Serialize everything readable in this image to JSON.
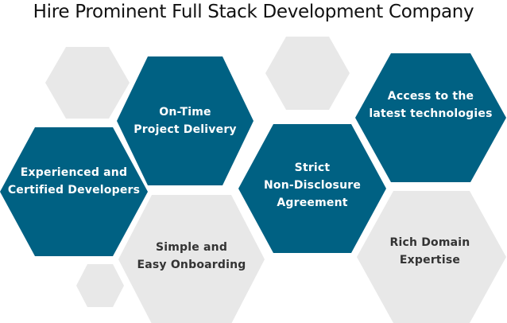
{
  "title": "Hire Prominent Full Stack Development Company",
  "colors": {
    "primary": "#006183",
    "neutral": "#e8e8e8",
    "dark_text": "#333333",
    "light_text": "#ffffff"
  },
  "hexagons": [
    {
      "id": "decor-top-left",
      "style": "neutral",
      "lines": []
    },
    {
      "id": "on-time",
      "style": "primary",
      "lines": [
        "On-Time",
        "Project Delivery"
      ]
    },
    {
      "id": "experienced",
      "style": "primary",
      "lines": [
        "Experienced and",
        "Certified Developers"
      ]
    },
    {
      "id": "decor-top-middle",
      "style": "neutral",
      "lines": []
    },
    {
      "id": "access",
      "style": "primary",
      "lines": [
        "Access to the",
        "latest technologies"
      ]
    },
    {
      "id": "strict",
      "style": "primary",
      "lines": [
        "Strict",
        "Non-Disclosure",
        "Agreement"
      ]
    },
    {
      "id": "simple",
      "style": "neutral",
      "lines": [
        "Simple and",
        "Easy Onboarding"
      ]
    },
    {
      "id": "rich-domain",
      "style": "neutral",
      "lines": [
        "Rich Domain",
        "Expertise"
      ]
    },
    {
      "id": "decor-bottom-left",
      "style": "neutral",
      "lines": []
    }
  ]
}
